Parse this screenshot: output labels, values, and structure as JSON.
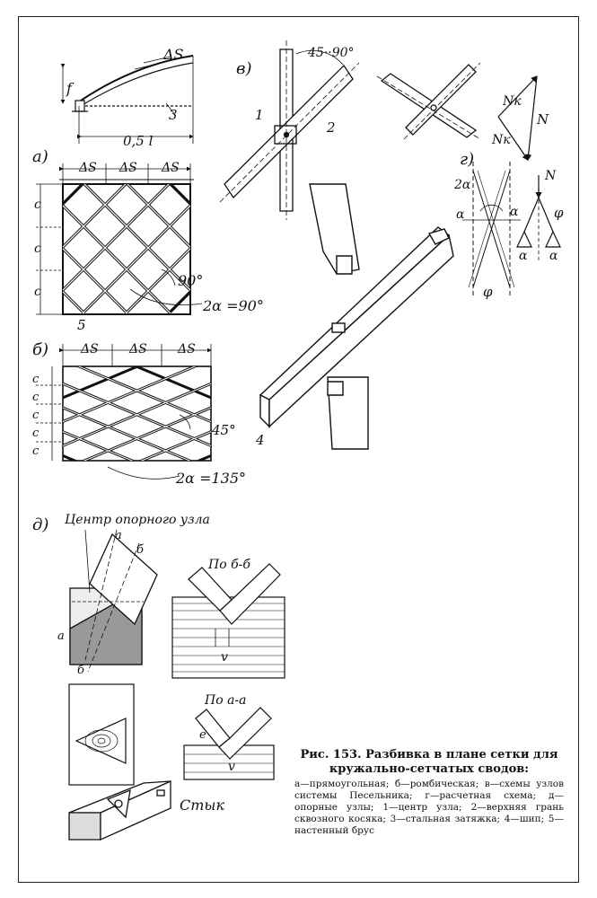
{
  "figure": {
    "caption_title": "Рис. 153. Разбивка в плане сетки для",
    "caption_subtitle": "кружально-сетчатых сводов:",
    "caption_body": "а—прямоугольная; б—ромбическая; в—схемы узлов системы Песельника; г—расчетная схема; д—опорные узлы; 1—центр узла; 2—верхняя грань сквозного косяка; 3—стальная затяжка; 4—шип; 5—настенный брус"
  },
  "labels": {
    "part_a": "а)",
    "part_b": "б)",
    "part_v": "в)",
    "part_g": "г)",
    "part_d": "д)",
    "delta_s": "ΔS",
    "f": "f",
    "half_l": "0,5 l",
    "n3": "3",
    "n1": "1",
    "n2": "2",
    "n4": "4",
    "n5": "5",
    "c": "c",
    "angle_90": "90°",
    "two_alpha_90": "2α =90°",
    "angle_45": "45°",
    "two_alpha_135": "2α =135°",
    "angle_45_90": "45··90°",
    "N": "N",
    "Nk": "Nк",
    "two_alpha": "2α",
    "alpha": "α",
    "phi": "φ",
    "center_node": "Центр опорного узла",
    "section_bb": "По б-б",
    "section_aa": "По а-а",
    "a": "а",
    "b": "б",
    "v": "v",
    "e": "e",
    "joint": "Стык"
  }
}
